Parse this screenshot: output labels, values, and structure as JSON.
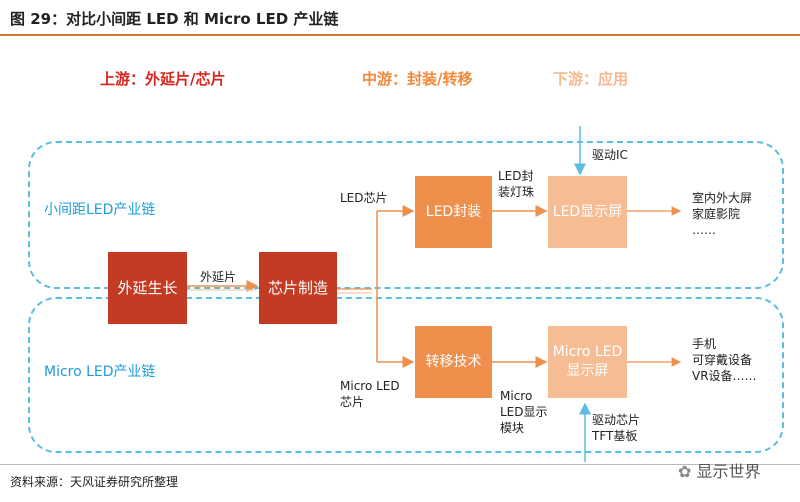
{
  "title": "图 29：对比小间距 LED 和 Micro LED 产业链",
  "stages": {
    "upstream": "上游：外延片/芯片",
    "midstream": "中游：封装/转移",
    "downstream": "下游：应用"
  },
  "chains": {
    "small_pitch": "小间距LED产业链",
    "micro": "Micro LED产业链"
  },
  "boxes": {
    "epitaxy": "外延生长",
    "chip": "芯片制造",
    "led_package": "LED封装",
    "led_display": "LED显示屏",
    "transfer": "转移技术",
    "micro_display": "Micro LED 显示屏"
  },
  "labels": {
    "wafer": "外延片",
    "led_chip": "LED芯片",
    "micro_chip_1": "Micro LED",
    "micro_chip_2": "芯片",
    "lamp_1": "LED封",
    "lamp_2": "装灯珠",
    "driver_ic": "驱动IC",
    "module_1": "Micro",
    "module_2": "LED显示",
    "module_3": "模块",
    "driver_chip_1": "驱动芯片",
    "driver_chip_2": "TFT基板",
    "app_sp_1": "室内外大屏",
    "app_sp_2": "家庭影院",
    "app_sp_3": "……",
    "app_m_1": "手机",
    "app_m_2": "可穿戴设备",
    "app_m_3": "VR设备……"
  },
  "source": "资料来源：天风证券研究所整理",
  "watermark": "显示世界",
  "colors": {
    "upstream": "#d9251c",
    "midstream": "#f0893b",
    "downstream": "#f6b88c",
    "box_red": "#c23b22",
    "box_mid": "#ef8f4c",
    "box_light": "#f6bd94",
    "dash_blue": "#5bbce4",
    "chain_text": "#1e9bd8",
    "arrow": "#ef8f4c"
  }
}
